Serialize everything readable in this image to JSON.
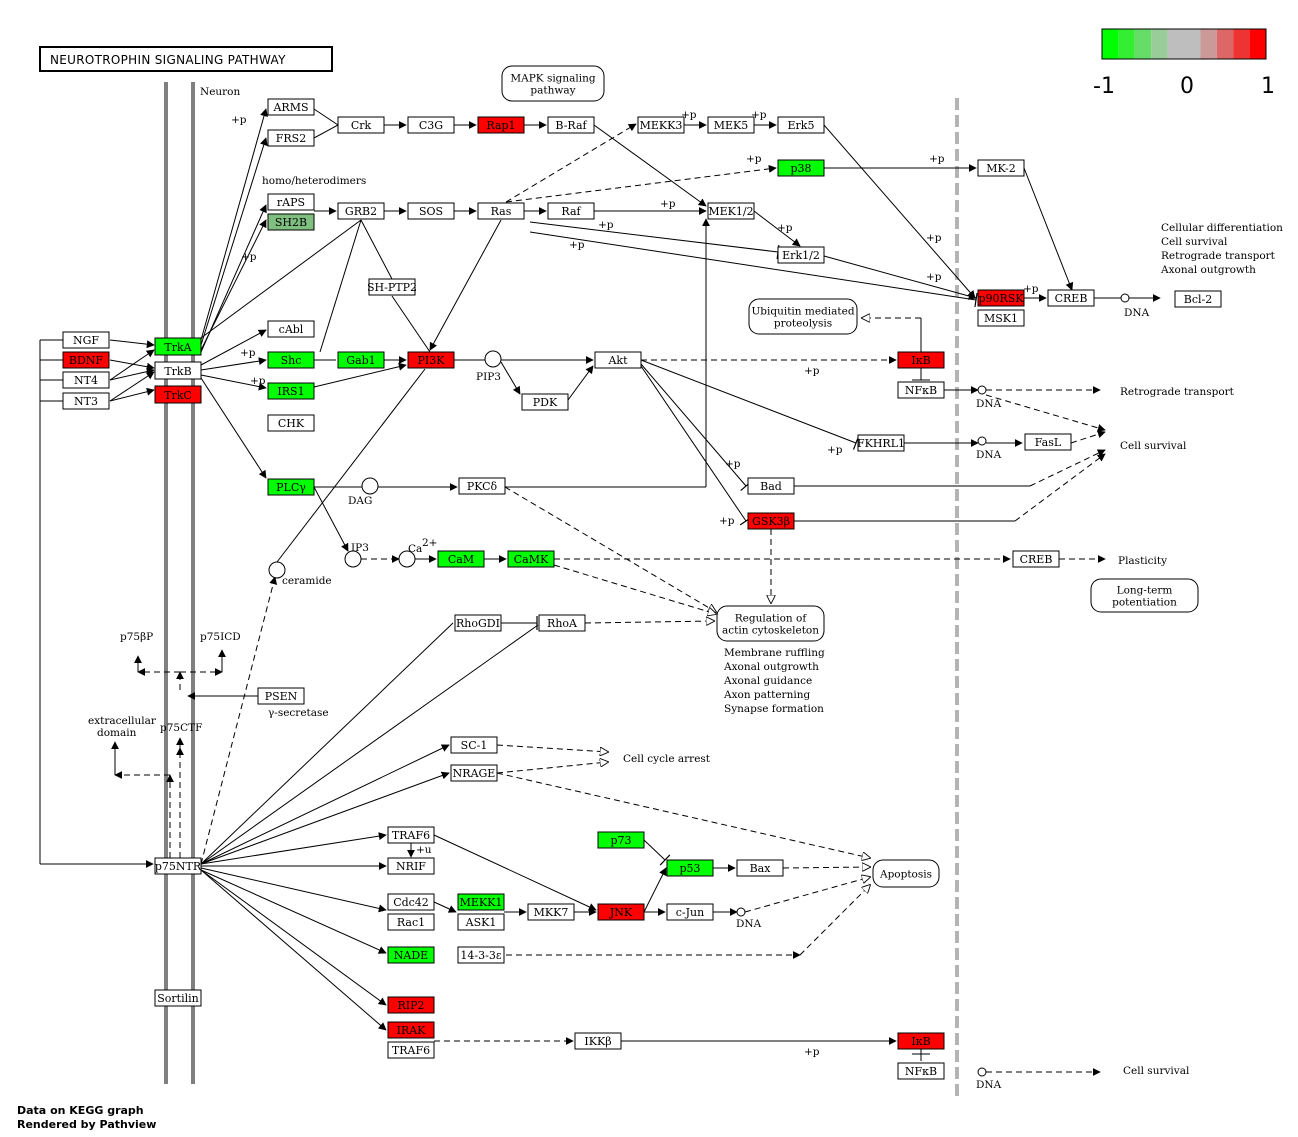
{
  "title": "NEUROTROPHIN SIGNALING PATHWAY",
  "legend": {
    "min_label": "-1",
    "mid_label": "0",
    "max_label": "1",
    "colors": [
      "#00ff00",
      "#33ee33",
      "#66dd66",
      "#99cc99",
      "#bebebe",
      "#bebebe",
      "#cc9999",
      "#dd6666",
      "#ee3333",
      "#ff0000"
    ]
  },
  "colors": {
    "up": "#ff0000",
    "down": "#00ff00",
    "weak_down": "#7fbf7f",
    "none": "#ffffff"
  },
  "footer": {
    "line1": "Data on KEGG graph",
    "line2": "Rendered by Pathview"
  },
  "nodes": [
    {
      "id": "ngf",
      "label": "NGF",
      "fill": "none"
    },
    {
      "id": "bdnf",
      "label": "BDNF",
      "fill": "up"
    },
    {
      "id": "nt4",
      "label": "NT4",
      "fill": "none"
    },
    {
      "id": "nt3",
      "label": "NT3",
      "fill": "none"
    },
    {
      "id": "trka",
      "label": "TrkA",
      "fill": "down"
    },
    {
      "id": "trkb",
      "label": "TrkB",
      "fill": "none"
    },
    {
      "id": "trkc",
      "label": "TrkC",
      "fill": "up"
    },
    {
      "id": "arms",
      "label": "ARMS",
      "fill": "none"
    },
    {
      "id": "frs2",
      "label": "FRS2",
      "fill": "none"
    },
    {
      "id": "crk",
      "label": "Crk",
      "fill": "none"
    },
    {
      "id": "c3g",
      "label": "C3G",
      "fill": "none"
    },
    {
      "id": "rap1",
      "label": "Rap1",
      "fill": "up"
    },
    {
      "id": "braf",
      "label": "B-Raf",
      "fill": "none"
    },
    {
      "id": "mekk3",
      "label": "MEKK3",
      "fill": "none"
    },
    {
      "id": "mek5",
      "label": "MEK5",
      "fill": "none"
    },
    {
      "id": "erk5",
      "label": "Erk5",
      "fill": "none"
    },
    {
      "id": "p38",
      "label": "p38",
      "fill": "down"
    },
    {
      "id": "mk2",
      "label": "MK-2",
      "fill": "none"
    },
    {
      "id": "raps",
      "label": "rAPS",
      "fill": "none"
    },
    {
      "id": "sh2b",
      "label": "SH2B",
      "fill": "weak_down"
    },
    {
      "id": "grb2",
      "label": "GRB2",
      "fill": "none"
    },
    {
      "id": "sos",
      "label": "SOS",
      "fill": "none"
    },
    {
      "id": "ras",
      "label": "Ras",
      "fill": "none"
    },
    {
      "id": "raf",
      "label": "Raf",
      "fill": "none"
    },
    {
      "id": "mek12",
      "label": "MEK1/2",
      "fill": "none"
    },
    {
      "id": "erk12",
      "label": "Erk1/2",
      "fill": "none"
    },
    {
      "id": "p90rsk",
      "label": "p90RSK",
      "fill": "up"
    },
    {
      "id": "msk1",
      "label": "MSK1",
      "fill": "none"
    },
    {
      "id": "creb1",
      "label": "CREB",
      "fill": "none"
    },
    {
      "id": "bcl2",
      "label": "Bcl-2",
      "fill": "none"
    },
    {
      "id": "shptp2",
      "label": "SH-PTP2",
      "fill": "none"
    },
    {
      "id": "cabl",
      "label": "cAbl",
      "fill": "none"
    },
    {
      "id": "shc",
      "label": "Shc",
      "fill": "down"
    },
    {
      "id": "gab1",
      "label": "Gab1",
      "fill": "down"
    },
    {
      "id": "pi3k",
      "label": "PI3K",
      "fill": "up"
    },
    {
      "id": "irs1",
      "label": "IRS1",
      "fill": "down"
    },
    {
      "id": "chk",
      "label": "CHK",
      "fill": "none"
    },
    {
      "id": "pdk",
      "label": "PDK",
      "fill": "none"
    },
    {
      "id": "akt",
      "label": "Akt",
      "fill": "none"
    },
    {
      "id": "ikb1",
      "label": "IκB",
      "fill": "up"
    },
    {
      "id": "nfkb1",
      "label": "NFκB",
      "fill": "none"
    },
    {
      "id": "fkhrl1",
      "label": "FKHRL1",
      "fill": "none"
    },
    {
      "id": "fasl",
      "label": "FasL",
      "fill": "none"
    },
    {
      "id": "bad",
      "label": "Bad",
      "fill": "none"
    },
    {
      "id": "gsk3b",
      "label": "GSK3β",
      "fill": "up"
    },
    {
      "id": "plcg",
      "label": "PLCγ",
      "fill": "down"
    },
    {
      "id": "pkcd",
      "label": "PKCδ",
      "fill": "none"
    },
    {
      "id": "cam",
      "label": "CaM",
      "fill": "down"
    },
    {
      "id": "camk",
      "label": "CaMK",
      "fill": "down"
    },
    {
      "id": "creb2",
      "label": "CREB",
      "fill": "none"
    },
    {
      "id": "rhogdi",
      "label": "RhoGDI",
      "fill": "none"
    },
    {
      "id": "rhoa",
      "label": "RhoA",
      "fill": "none"
    },
    {
      "id": "psen",
      "label": "PSEN",
      "fill": "none"
    },
    {
      "id": "sc1",
      "label": "SC-1",
      "fill": "none"
    },
    {
      "id": "nrage",
      "label": "NRAGE",
      "fill": "none"
    },
    {
      "id": "traf6a",
      "label": "TRAF6",
      "fill": "none"
    },
    {
      "id": "nrif",
      "label": "NRIF",
      "fill": "none"
    },
    {
      "id": "p75ntr",
      "label": "p75NTR",
      "fill": "none"
    },
    {
      "id": "p73",
      "label": "p73",
      "fill": "down"
    },
    {
      "id": "p53",
      "label": "p53",
      "fill": "down"
    },
    {
      "id": "bax",
      "label": "Bax",
      "fill": "none"
    },
    {
      "id": "cdc42",
      "label": "Cdc42",
      "fill": "none"
    },
    {
      "id": "rac1",
      "label": "Rac1",
      "fill": "none"
    },
    {
      "id": "mekk1",
      "label": "MEKK1",
      "fill": "down"
    },
    {
      "id": "ask1",
      "label": "ASK1",
      "fill": "none"
    },
    {
      "id": "mkk7",
      "label": "MKK7",
      "fill": "none"
    },
    {
      "id": "jnk",
      "label": "JNK",
      "fill": "up"
    },
    {
      "id": "cjun",
      "label": "c-Jun",
      "fill": "none"
    },
    {
      "id": "nade",
      "label": "NADE",
      "fill": "down"
    },
    {
      "id": "p1433e",
      "label": "14-3-3ε",
      "fill": "none"
    },
    {
      "id": "sortilin",
      "label": "Sortilin",
      "fill": "none"
    },
    {
      "id": "rip2",
      "label": "RIP2",
      "fill": "up"
    },
    {
      "id": "irak",
      "label": "IRAK",
      "fill": "up"
    },
    {
      "id": "traf6b",
      "label": "TRAF6",
      "fill": "none"
    },
    {
      "id": "ikkb",
      "label": "IKKβ",
      "fill": "none"
    },
    {
      "id": "ikb2",
      "label": "IκB",
      "fill": "up"
    },
    {
      "id": "nfkb2",
      "label": "NFκB",
      "fill": "none"
    }
  ],
  "rounded_boxes": [
    {
      "id": "mapk",
      "lines": [
        "MAPK signaling",
        "pathway"
      ]
    },
    {
      "id": "ubiq",
      "lines": [
        "Ubiquitin mediated",
        "proteolysis"
      ]
    },
    {
      "id": "actin",
      "lines": [
        "Regulation of",
        "actin cytoskeleton"
      ]
    },
    {
      "id": "ltp",
      "lines": [
        "Long-term",
        "potentiation"
      ]
    },
    {
      "id": "apop",
      "lines": [
        "Apoptosis"
      ]
    }
  ],
  "labels": {
    "neuron": "Neuron",
    "homo": "homo/heterodimers",
    "pip3": "PIP3",
    "dag": "DAG",
    "ip3": "IP3",
    "ca": "Ca",
    "ca_sup": "2+",
    "ceramide": "ceramide",
    "p75bp": "p75βP",
    "p75icd": "p75ICD",
    "p75ctf": "p75CTF",
    "extracellular": "extracellular",
    "domain": "domain",
    "gsec": "γ-secretase",
    "dna": "DNA",
    "retrograde": "Retrograde transport",
    "cell_survival": "Cell survival",
    "plasticity": "Plasticity",
    "cell_cycle_arrest": "Cell cycle arrest",
    "outcomes_creb": [
      "Cellular differentiation",
      "Cell survival",
      "Retrograde transport",
      "Axonal outgrowth"
    ],
    "outcomes_actin": [
      "Membrane ruffling",
      "Axonal outgrowth",
      "Axonal guidance",
      "Axon patterning",
      "Synapse formation"
    ],
    "plus_p": "+p",
    "plus_u": "+u"
  }
}
